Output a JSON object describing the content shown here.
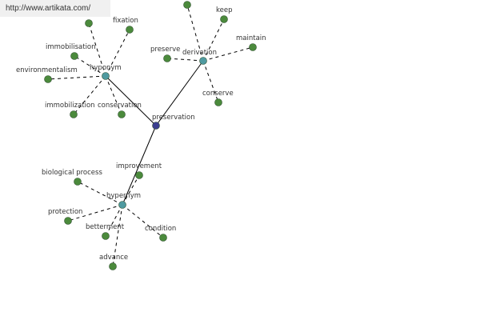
{
  "header": {
    "url": "http://www.artikata.com/"
  },
  "colors": {
    "center_node": "#3b3f8f",
    "hub_node": "#4f9aa0",
    "leaf_node": "#4b8a3c",
    "node_stroke": "#2e4f2e",
    "edge": "#000000",
    "url_background": "#f0f0f0"
  },
  "graph": {
    "center": {
      "id": "preservation",
      "label": "preservation"
    },
    "hubs": [
      {
        "id": "hyponym",
        "label": "hyponym"
      },
      {
        "id": "derivation",
        "label": "derivation"
      },
      {
        "id": "hypernym",
        "label": "hypernym"
      }
    ],
    "leaves": [
      {
        "id": "fixation",
        "label": "fixation",
        "hub": "hyponym"
      },
      {
        "id": "immobilisation",
        "label": "immobilisation",
        "hub": "hyponym"
      },
      {
        "id": "environmentalism",
        "label": "environmentalism",
        "hub": "hyponym"
      },
      {
        "id": "immobilization",
        "label": "immobilization",
        "hub": "hyponym"
      },
      {
        "id": "conservation",
        "label": "conservation",
        "hub": "hyponym"
      },
      {
        "id": "hyponym-unlabeled",
        "label": "",
        "hub": "hyponym"
      },
      {
        "id": "keep",
        "label": "keep",
        "hub": "derivation"
      },
      {
        "id": "maintain",
        "label": "maintain",
        "hub": "derivation"
      },
      {
        "id": "preserve",
        "label": "preserve",
        "hub": "derivation"
      },
      {
        "id": "conserve",
        "label": "conserve",
        "hub": "derivation"
      },
      {
        "id": "derivation-unlabeled",
        "label": "",
        "hub": "derivation"
      },
      {
        "id": "improvement",
        "label": "improvement",
        "hub": "hypernym"
      },
      {
        "id": "biological-process",
        "label": "biological process",
        "hub": "hypernym"
      },
      {
        "id": "protection",
        "label": "protection",
        "hub": "hypernym"
      },
      {
        "id": "betterment",
        "label": "betterment",
        "hub": "hypernym"
      },
      {
        "id": "condition",
        "label": "condition",
        "hub": "hypernym"
      },
      {
        "id": "advance",
        "label": "advance",
        "hub": "hypernym"
      }
    ]
  }
}
